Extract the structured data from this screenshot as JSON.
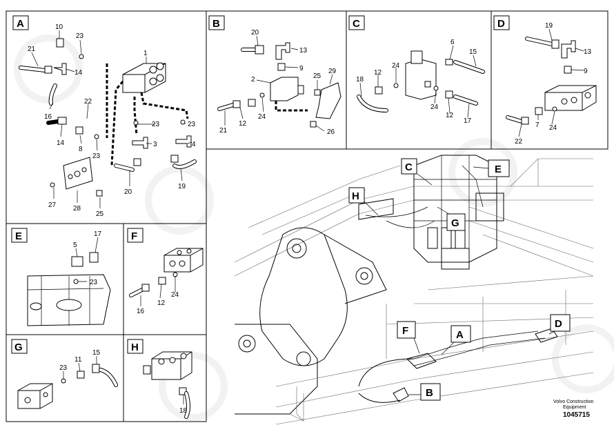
{
  "panels": {
    "A": "A",
    "B": "B",
    "C": "C",
    "D": "D",
    "E": "E",
    "F": "F",
    "G": "G",
    "H": "H"
  },
  "main_callouts": [
    "C",
    "E",
    "H",
    "G",
    "F",
    "A",
    "D",
    "B"
  ],
  "labels": {
    "A": [
      "10",
      "23",
      "1",
      "21",
      "14",
      "16",
      "22",
      "14",
      "8",
      "23",
      "23",
      "3",
      "23",
      "4",
      "20",
      "19",
      "27",
      "28",
      "25"
    ],
    "B": [
      "20",
      "13",
      "9",
      "2",
      "25",
      "29",
      "21",
      "12",
      "24",
      "26"
    ],
    "C": [
      "6",
      "15",
      "24",
      "12",
      "18",
      "24",
      "12",
      "17"
    ],
    "D": [
      "19",
      "13",
      "9",
      "22",
      "7",
      "24"
    ],
    "E": [
      "5",
      "17",
      "23"
    ],
    "F": [
      "16",
      "12",
      "24"
    ],
    "G": [
      "23",
      "11",
      "15"
    ],
    "H": [
      "18"
    ]
  },
  "footer": {
    "company_line1": "Volvo Construction",
    "company_line2": "Equipment",
    "drawing_number": "1045715"
  }
}
